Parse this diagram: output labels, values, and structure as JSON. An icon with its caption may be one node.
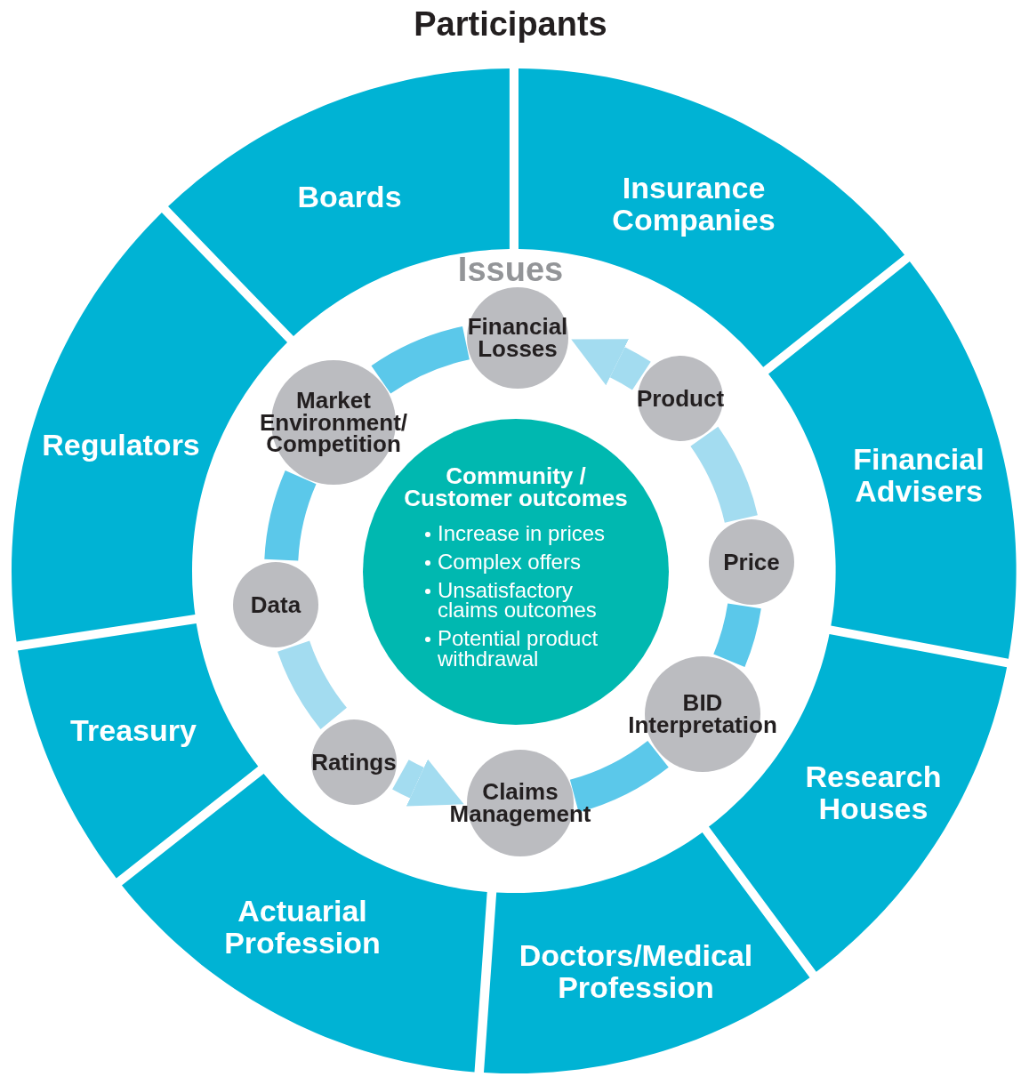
{
  "diagram": {
    "title": "Participants",
    "nodes": [
      {
        "text": [
          "Boards"
        ]
      },
      {
        "text": [
          "Insurance Companies"
        ]
      },
      {
        "text": [
          "Regulators"
        ]
      },
      {
        "text": [
          "Financial Advisers"
        ]
      },
      {
        "text": [
          "Treasury"
        ]
      },
      {
        "text": [
          "Research Houses"
        ]
      },
      {
        "text": [
          "Actuarial Profession"
        ]
      },
      {
        "text": [
          "Doctors/Medical Profession"
        ]
      },
      {
        "text": [
          "Financial Losses"
        ]
      },
      {
        "text": [
          "Product"
        ]
      },
      {
        "text": [
          "Market Environment/ Competition"
        ]
      },
      {
        "text": [
          "Community / Customer outcomes",
          "Increase in prices",
          "Complex offers",
          "Unsatisfactory claims outcomes",
          "Potential product withdrawal"
        ]
      },
      {
        "text": [
          "Price"
        ]
      },
      {
        "text": [
          "Data"
        ]
      },
      {
        "text": [
          "BID Interpretation"
        ]
      },
      {
        "text": [
          "Ratings"
        ]
      },
      {
        "text": [
          "Claims Management"
        ]
      }
    ],
    "edges": [
      {
        "from": 16,
        "to": 14,
        "arrow": "none",
        "color": "#5bc8ea"
      },
      {
        "from": 14,
        "to": 12,
        "arrow": "none",
        "color": "#5bc8ea"
      },
      {
        "from": 12,
        "to": 9,
        "arrow": "none",
        "color": "#a3dcf0"
      },
      {
        "from": 9,
        "to": 8,
        "arrow": "to",
        "color": "#a3dcf0"
      },
      {
        "from": 8,
        "to": 10,
        "arrow": "none",
        "color": "#5bc8ea"
      },
      {
        "from": 10,
        "to": 13,
        "arrow": "none",
        "color": "#5bc8ea"
      },
      {
        "from": 13,
        "to": 15,
        "arrow": "none",
        "color": "#a3dcf0"
      },
      {
        "from": 15,
        "to": 16,
        "arrow": "to",
        "color": "#a3dcf0"
      }
    ],
    "labels": [
      "Issues"
    ]
  }
}
